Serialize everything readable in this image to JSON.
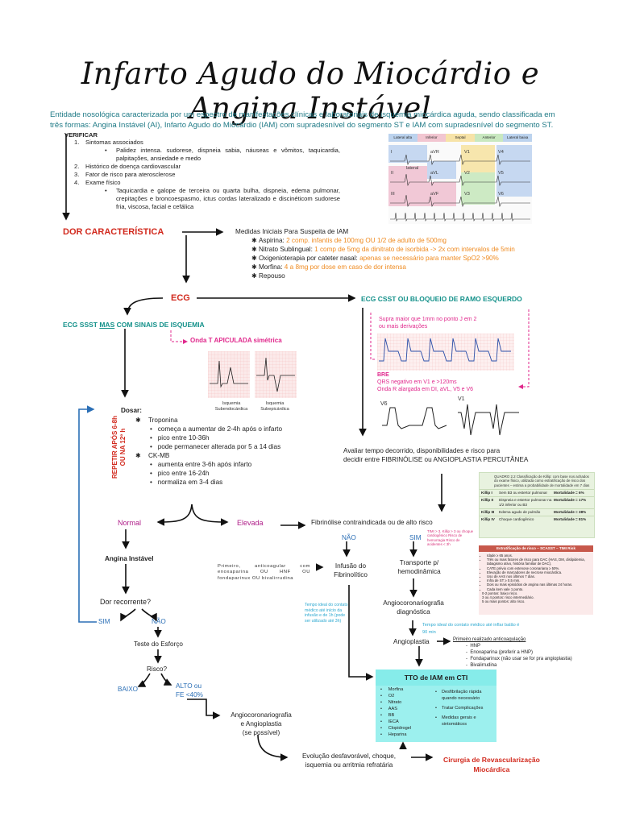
{
  "title": "Infarto Agudo do Miocárdio e Angina Instável",
  "intro": "Entidade nosológica caracterizada por um espectro de manifestações clínicas e laboratoriais de isquemia miocárdica aguda, sendo classificada em três formas: Angina Instável (AI), Infarto Agudo do Miocárdio (IAM) com supradesnível do segmento ST e IAM com supradesnível do segmento ST.",
  "verificar": {
    "heading": "VERIFICAR",
    "items": [
      {
        "n": "1.",
        "text": "Sintomas associados"
      },
      {
        "n": "•",
        "text": "Palidez intensa. sudorese, dispneia sabia, náuseas e vômitos, taquicardia, palpitações, ansiedade e medo"
      },
      {
        "n": "2.",
        "text": "Histórico de doença cardiovascular"
      },
      {
        "n": "3.",
        "text": "Fator de risco para aterosclerose"
      },
      {
        "n": "4.",
        "text": "Exame físico"
      },
      {
        "n": "•",
        "text": "Taquicardia e galope de terceira ou quarta bulha, dispneia, edema pulmonar, crepitações e broncoespasmo, ictus cordas lateralizado e discinéticom sudorese fria, viscosa, facial e cefálica"
      }
    ]
  },
  "ecg_leads": {
    "headers": [
      "Lateral alta",
      "Inferior",
      "Septal",
      "Anterior",
      "Lateral baixa"
    ],
    "labels": [
      "I",
      "aVR",
      "V1",
      "V4",
      "II",
      "aVL",
      "V2",
      "V5",
      "III",
      "aVF",
      "V3",
      "V6"
    ],
    "inner_label": "lateral"
  },
  "dor": "DOR CARACTERÍSTICA",
  "medidas": {
    "heading": "Medidas Iniciais Para Suspeita de IAM",
    "items": [
      {
        "label": "Aspirina:",
        "detail": "2 comp. infantis de 100mg OU 1/2 de adulto de 500mg"
      },
      {
        "label": "Nitrato Sublingual:",
        "detail": "1 comp de 5mg da dinitrato de isorbida -> 2x com intervalos de 5min"
      },
      {
        "label": "Oxigenioterapia por cateter nasal:",
        "detail": "apenas se necessário para manter SpO2 >90%"
      },
      {
        "label": "Morfina:",
        "detail": "4 a 8mg por dose em caso de dor intensa"
      },
      {
        "label": "Repouso",
        "detail": ""
      }
    ]
  },
  "ecg": "ECG",
  "ssst": {
    "pre": "ECG SSST ",
    "mas": "MAS",
    "post": " COM SINAIS DE ISQUEMIA",
    "onda": "Onda T APICULADA simétrica",
    "cap1": "Isquemia\nSubendocárdica",
    "cap2": "Isquemia\nSubepicárdica"
  },
  "csst": {
    "heading": "ECG CSST OU BLOQUEIO DE RAMO ESQUERDO",
    "supra": "Supra maior que 1mm no ponto J em 2\nou mais derivações",
    "bre": "BRE",
    "bre_text": "QRS negativo em V1 e >120ms\nOnda R alargada em DI, aVL, V5 e V6",
    "v6": "V6",
    "v1": "V1"
  },
  "repetir": "REPETIR APÓS 6-8h\nOU NA 12º h",
  "dosar": {
    "label": "Dosar",
    "troponina": "Troponina",
    "trop_items": [
      "começa a aumentar de 2-4h após o infarto",
      "pico entre 10-36h",
      "pode permanecer alterada por 5 a 14 dias"
    ],
    "ckmb": "CK-MB",
    "ck_items": [
      "aumenta entre 3-6h após infarto",
      "pico entre 16-24h",
      "normaliza em 3-4 dias"
    ]
  },
  "avaliar": "Avaliar tempo decorrido, disponibilidades e risco para\ndecidir entre FIBRINÓLISE ou ANGIOPLASTIA PERCUTÂNEA",
  "killip": {
    "caption": "QUADRO 2.2 Classificação de Killip: com base nos achados do exame físico, utilizada como estratificação de risco dos pacientes – estima a probabilidade de mortalidade em 7 dias",
    "rows": [
      {
        "k": "Killip I",
        "d": "Sem B3 ou estertor pulmonar",
        "m": "Mortalidade = 6%"
      },
      {
        "k": "Killip II",
        "d": "Dispneia e estertor pulmonar na 1/2 inferior ou B3",
        "m": "Mortalidade = 17%"
      },
      {
        "k": "Killip III",
        "d": "Edema agudo de pulmão",
        "m": "Mortalidade = 38%"
      },
      {
        "k": "Killip IV",
        "d": "Choque cardiogênico",
        "m": "Mortalidade = 81%"
      }
    ],
    "timi_head": "Estratificação de risco – SCASST – TIMI Risk",
    "timi_items": [
      "Idade ≥ 65 anos.",
      "Três ou mais fatores de risco para DAC (HAS, DM, dislipidemia, tabagismo ativo, história familiar de DAC).",
      "CATE prévio com estenose coronariana ≥ 50%.",
      "Elevação de marcadores de necrose miocárdica.",
      "Uso de AAS nos últimos 7 dias.",
      "Infra de ST ≥ 0,5 mm.",
      "Dois ou mais episódios de angina nas últimas 24 horas.",
      "Cada item vale 1 ponto."
    ],
    "timi_scores": [
      "0-2 pontos: baixo risco.",
      "3 ou 4 pontos: risco intermediário.",
      "5 ou mais pontos: alto risco."
    ]
  },
  "normal": "Normal",
  "elevada": "Elevada",
  "angina": "Angina Instável",
  "fibrinolise_contra": "Fibrinólise contraindicada ou de alto risco",
  "nao": "NÃO",
  "sim": "SIM",
  "timi_note": "TIMI > 3, Killip > 3 ou choque cardiogênico Risco de hemorragia Risco de acidentes < 3h",
  "primeiro": "Primeiro, anticoagular com enoxaparina OU HNF OU fondaparinux OU bivalirrudina",
  "infusao": "Infusão do\nFibrinolítico",
  "transporte": "Transporte p/\nhemodinâmica",
  "tempo_fibri": "Tempo ideal do contato médico até início da infusão e de 1h (pode ser utilizado até 3h)",
  "dor_rec": "Dor recorrente?",
  "sim2": "SIM",
  "nao2": "NÃO",
  "teste": "Teste do Esforço",
  "risco": "Risco?",
  "baixo": "BAIXO",
  "alto": "ALTO ou\nFE <40%",
  "angio_diag": "Angiocoronariografia\ndiagnóstica",
  "tempo_balao": "Tempo ideal do contato médico até inflar balão é\n90 min",
  "angioplastia": "Angioplastia",
  "anticoag": {
    "heading": "Primeiro realizado anticoagulação",
    "items": [
      "HNP",
      "Enoxaparina (preferir a HNP)",
      "Fondaparinux (não usar se for pra angioplastia)",
      "Bivalirrudina"
    ]
  },
  "tto": {
    "heading": "TTO de IAM em CTI",
    "left": [
      "Morfina",
      "O2",
      "Nitrato",
      "AAS",
      "BB",
      "IECA",
      "Clopidrogel",
      "Heparina"
    ],
    "right": [
      "Desfibrilação rápida quando necessário",
      "Tratar Complicações",
      "Medidas gerais e sintomáticos"
    ]
  },
  "angio_final": "Angiocoronariografia\ne Angioplastia\n(se possível)",
  "evolucao": "Evolução desfavorável, choque,\nisquemia ou arritmia refratária",
  "cirurgia": "Cirurgia de Revascularização\nMiocárdica"
}
